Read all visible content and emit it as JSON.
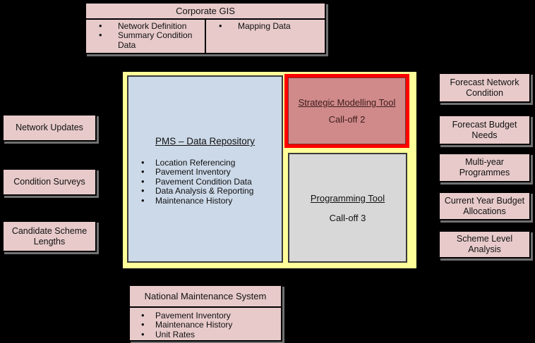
{
  "colors": {
    "background": "#000000",
    "external_box_pink": "#e8caca",
    "system_boundary_yellow": "#ffff99",
    "repository_blue": "#ccd9e8",
    "strategic_tool_fill": "#d08a8a",
    "strategic_tool_border": "#ff0000",
    "programming_tool_gray": "#d8d8d8",
    "strategic_text": "#3d1b1b"
  },
  "corporate_gis": {
    "title": "Corporate GIS",
    "left_items": [
      "Network Definition",
      "Summary Condition Data"
    ],
    "right_items": [
      "Mapping Data"
    ]
  },
  "pms_repository": {
    "title": "PMS – Data Repository",
    "items": [
      "Location Referencing",
      "Pavement Inventory",
      "Pavement Condition Data",
      "Data Analysis & Reporting",
      "Maintenance History"
    ]
  },
  "strategic_tool": {
    "title": "Strategic Modelling Tool",
    "subtitle": "Call-off 2"
  },
  "programming_tool": {
    "title": "Programming Tool",
    "subtitle": "Call-off 3"
  },
  "left_inputs": [
    {
      "label": "Network Updates"
    },
    {
      "label": "Condition Surveys"
    },
    {
      "label": "Candidate Scheme Lengths"
    }
  ],
  "right_outputs": [
    {
      "label": "Forecast Network Condition"
    },
    {
      "label": "Forecast Budget Needs"
    },
    {
      "label": "Multi-year Programmes"
    },
    {
      "label": "Current Year Budget Allocations"
    },
    {
      "label": "Scheme Level Analysis"
    }
  ],
  "national_maintenance": {
    "title": "National Maintenance System",
    "items": [
      "Pavement Inventory",
      "Maintenance History",
      "Unit Rates"
    ]
  },
  "connectors": [
    {
      "id": "pms-to-gis",
      "from": "PMS",
      "to": "Corporate GIS",
      "head": "open",
      "line": "solid"
    },
    {
      "id": "gis-to-pms",
      "from": "Corporate GIS",
      "to": "PMS",
      "head": "solid",
      "line": "solid"
    },
    {
      "id": "network-updates-to-pms",
      "from": "Network Updates",
      "to": "PMS",
      "head": "solid",
      "line": "solid"
    },
    {
      "id": "condition-surveys-to-pms",
      "from": "Condition Surveys",
      "to": "PMS",
      "head": "solid",
      "line": "solid"
    },
    {
      "id": "pms-to-candidate-scheme-lengths",
      "from": "PMS",
      "to": "Candidate Scheme Lengths",
      "head": "open",
      "line": "solid"
    },
    {
      "id": "strategic-to-forecast-network-condition",
      "from": "Strategic Modelling Tool",
      "to": "Forecast Network Condition",
      "head": "open",
      "line": "solid"
    },
    {
      "id": "strategic-to-forecast-budget-needs",
      "from": "Strategic Modelling Tool",
      "to": "Forecast Budget Needs",
      "head": "open",
      "line": "solid"
    },
    {
      "id": "programming-to-multi-year-programmes",
      "from": "Programming Tool",
      "to": "Multi-year Programmes",
      "head": "open",
      "line": "solid"
    },
    {
      "id": "programming-to-current-year-budget-allocations",
      "from": "Programming Tool",
      "to": "Current Year Budget Allocations",
      "head": "open",
      "line": "solid"
    },
    {
      "id": "programming-to-scheme-level-analysis",
      "from": "Programming Tool",
      "to": "Scheme Level Analysis",
      "head": "open",
      "line": "solid"
    },
    {
      "id": "nms-to-pms",
      "from": "National Maintenance System",
      "to": "PMS",
      "head": "open",
      "line": "dashed"
    }
  ]
}
